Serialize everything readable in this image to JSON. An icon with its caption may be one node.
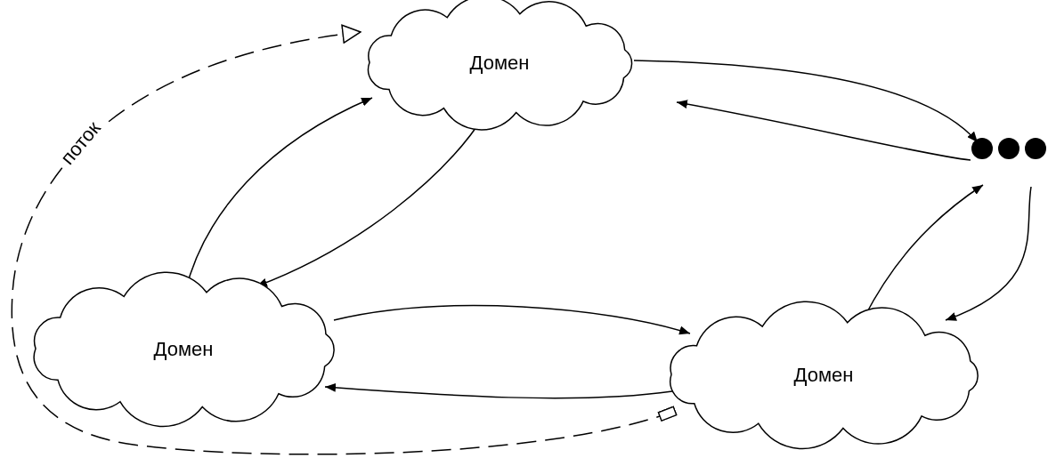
{
  "diagram": {
    "nodes": [
      {
        "text": [
          "Домен"
        ]
      },
      {
        "text": [],
        "shape": "dots"
      },
      {
        "text": [
          "Домен"
        ]
      },
      {
        "text": [
          "Домен"
        ]
      }
    ],
    "edges": [
      {
        "from": 0,
        "to": 1,
        "arrow": "to"
      },
      {
        "from": 1,
        "to": 0,
        "arrow": "to"
      },
      {
        "from": 2,
        "to": 0,
        "arrow": "to"
      },
      {
        "from": 0,
        "to": 2,
        "arrow": "to"
      },
      {
        "from": 2,
        "to": 3,
        "arrow": "to"
      },
      {
        "from": 3,
        "to": 2,
        "arrow": "to"
      },
      {
        "from": 3,
        "to": 1,
        "arrow": "to"
      },
      {
        "from": 1,
        "to": 3,
        "arrow": "to"
      },
      {
        "from": 3,
        "to": 0,
        "arrow": "to",
        "style": "dashed",
        "label": "поток"
      }
    ]
  }
}
